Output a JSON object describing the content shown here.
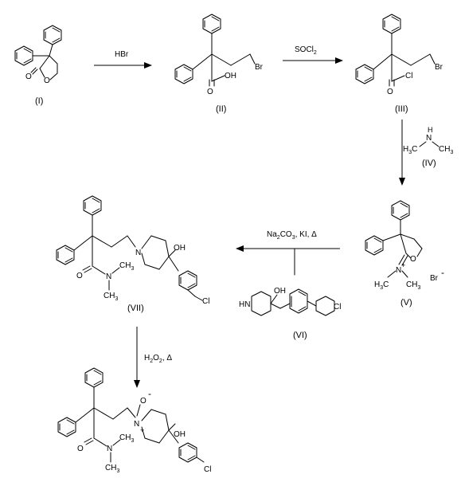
{
  "compounds": [
    {
      "label": "(I)"
    },
    {
      "label": "(II)"
    },
    {
      "label": "(III)"
    },
    {
      "label": "(IV)"
    },
    {
      "label": "(V)"
    },
    {
      "label": "(VI)"
    },
    {
      "label": "(VII)"
    }
  ],
  "reagents": {
    "step1": "HBr",
    "step2": "SOCl2",
    "step4": "Na2CO3, KI, Δ",
    "step5": "H2O2, Δ"
  },
  "atoms": {
    "O": "O",
    "OH": "OH",
    "Br": "Br",
    "Cl": "Cl",
    "N": "N",
    "NH": "NH",
    "HN": "HN",
    "H": "H",
    "CH3": "CH3",
    "H3C": "H3C",
    "Br_minus": "Br",
    "minus": "-",
    "plus": "+",
    "O_minus": "O"
  }
}
